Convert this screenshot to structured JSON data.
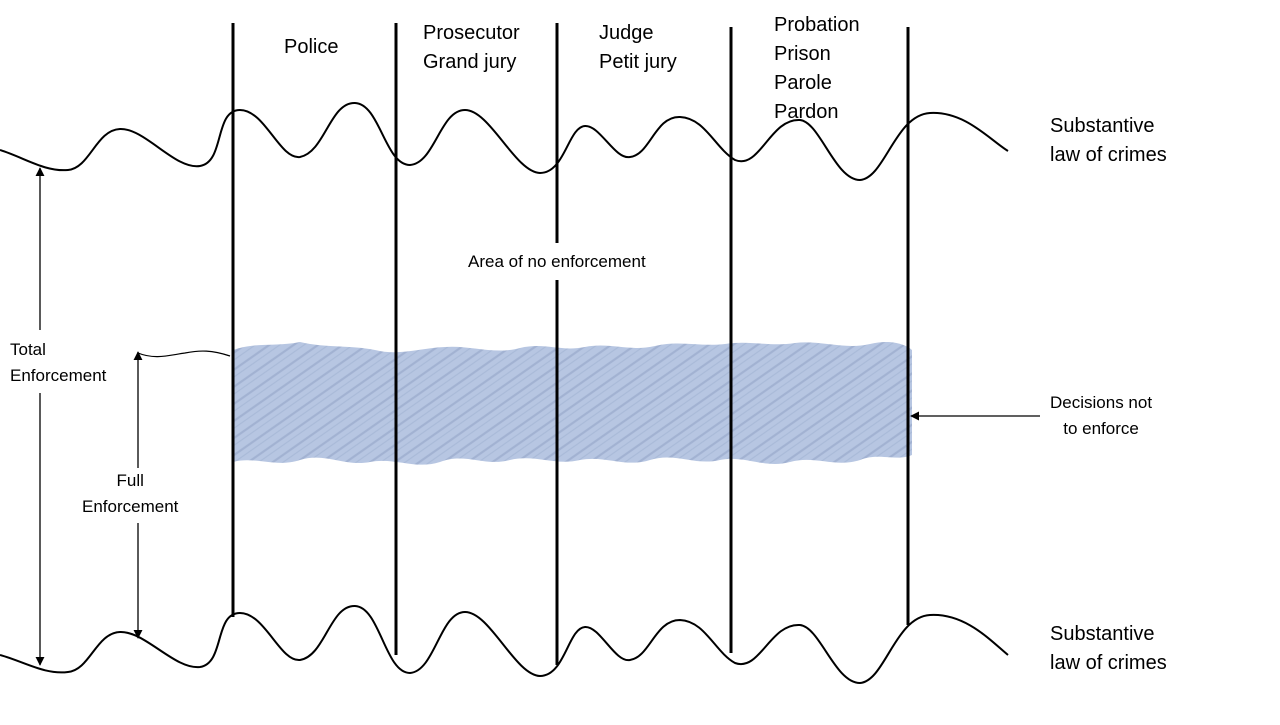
{
  "agencies": [
    {
      "lines": [
        "Police"
      ]
    },
    {
      "lines": [
        "Prosecutor",
        "Grand jury"
      ]
    },
    {
      "lines": [
        "Judge",
        "Petit jury"
      ]
    },
    {
      "lines": [
        "Probation",
        "Prison",
        "Parole",
        "Pardon"
      ]
    }
  ],
  "boundary_labels": {
    "top": [
      "Substantive",
      "law of crimes"
    ],
    "bottom": [
      "Substantive",
      "law of crimes"
    ]
  },
  "no_enforcement_label": "Area of no enforcement",
  "total_enforcement": [
    "Total",
    "Enforcement"
  ],
  "full_enforcement": [
    "Full",
    "Enforcement"
  ],
  "decisions_label": [
    "Decisions not",
    "to enforce"
  ],
  "colors": {
    "band_fill": "#b7c6e2",
    "band_texture": "#8fa2c4",
    "line": "#000000"
  }
}
